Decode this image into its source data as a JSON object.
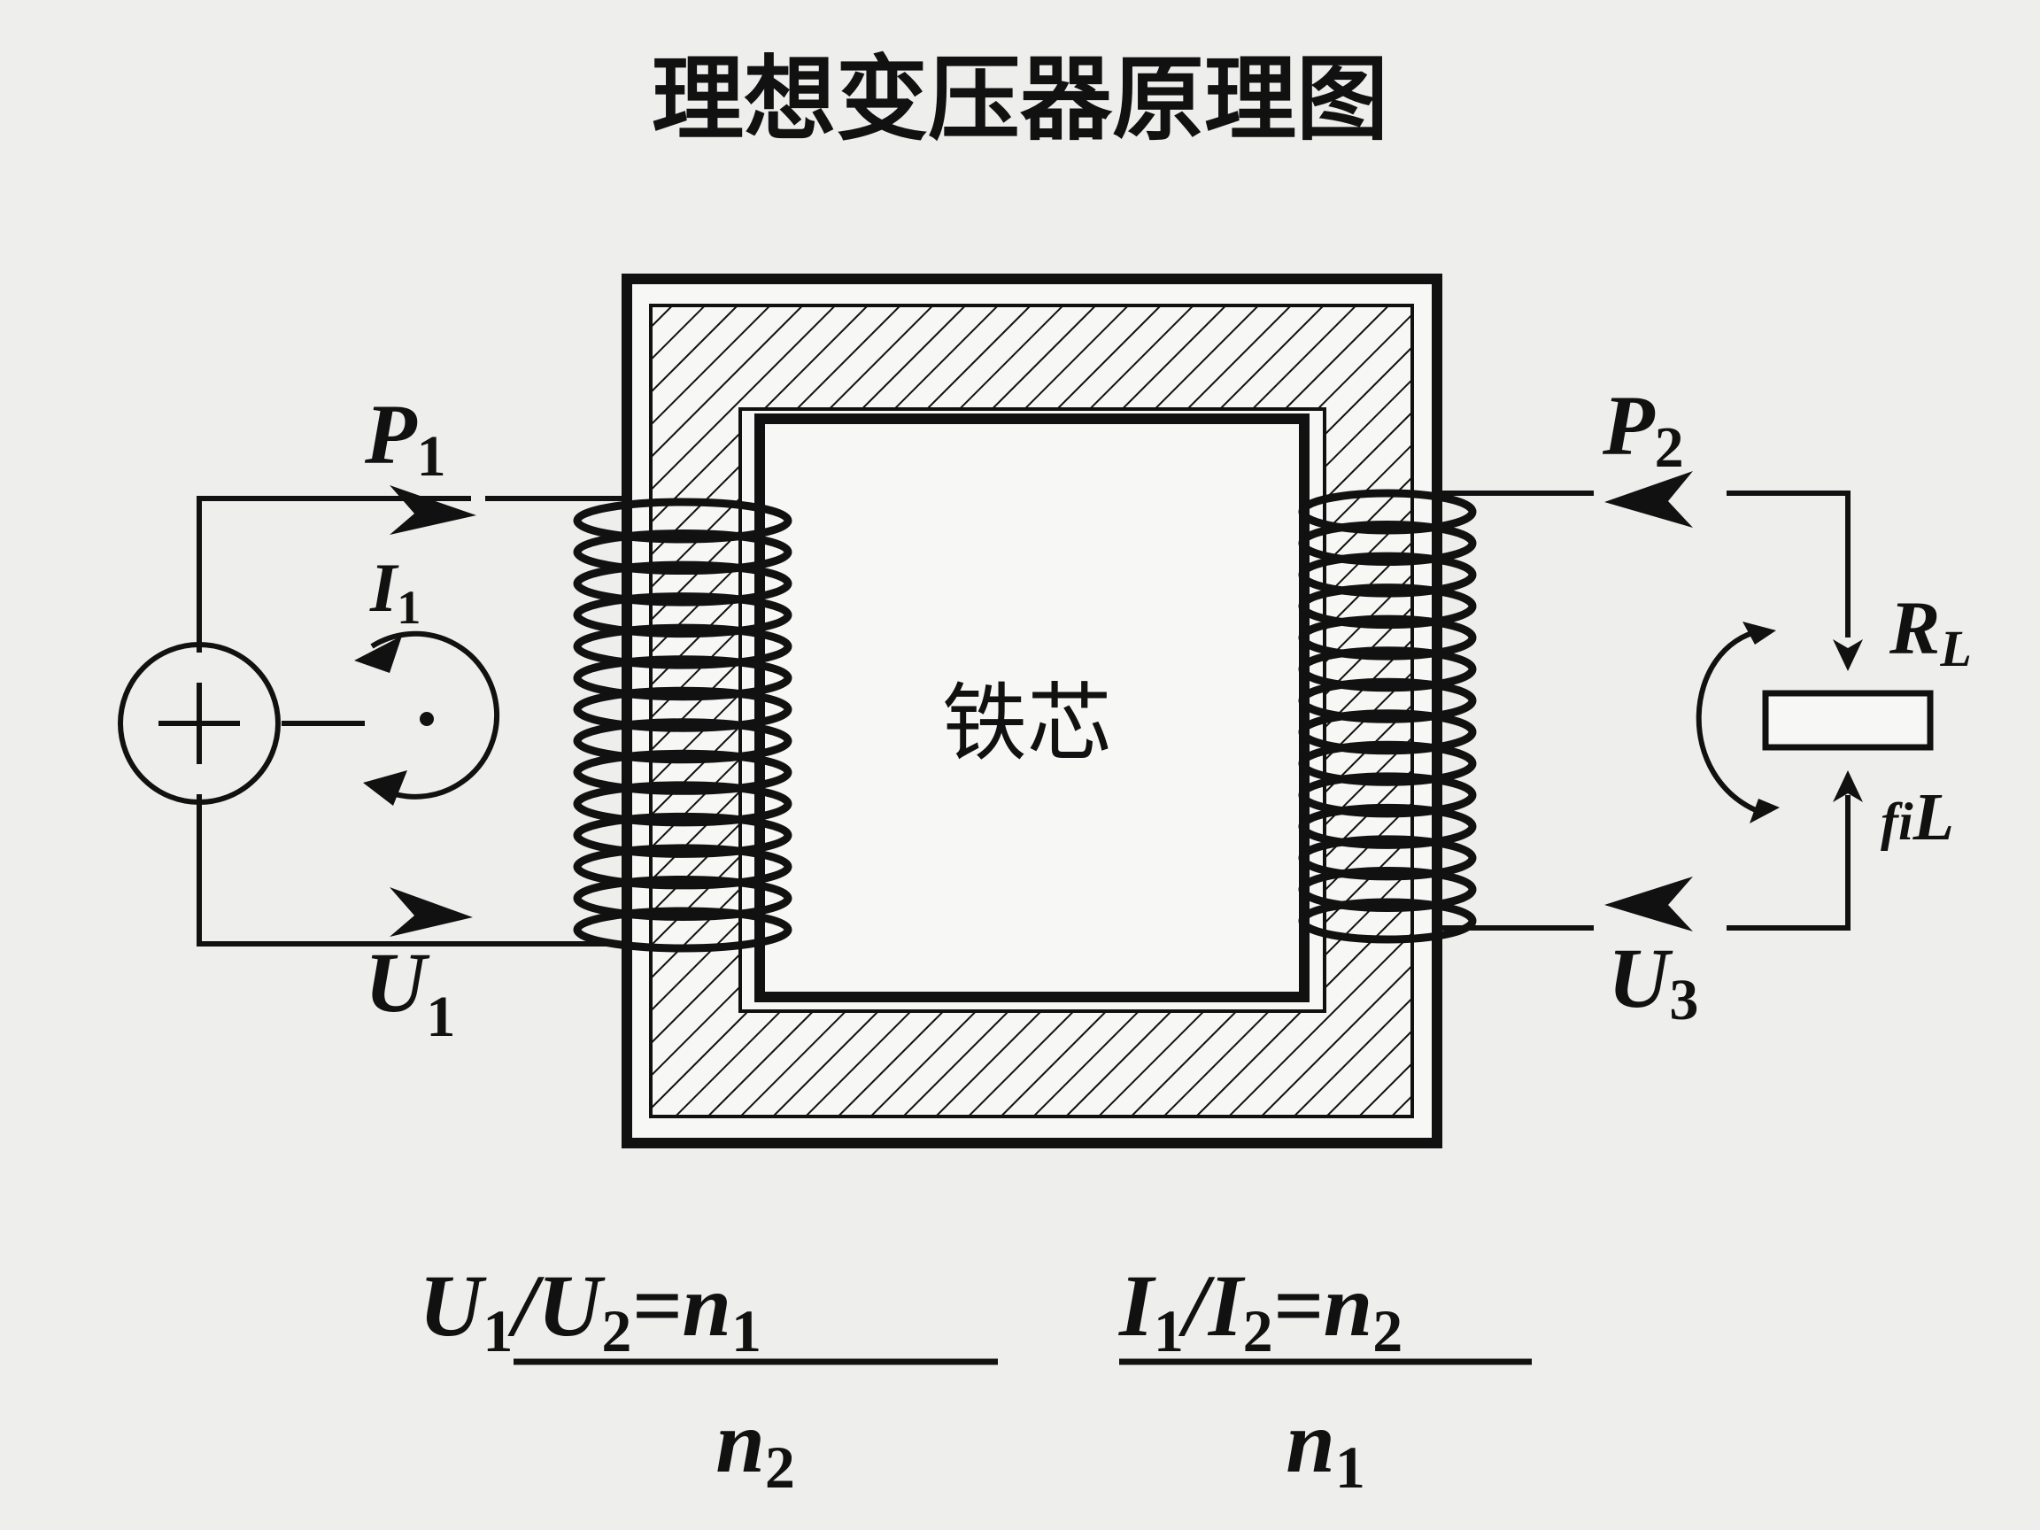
{
  "title": "理想变压器原理图",
  "core_label": "铁芯",
  "labels": {
    "p1": {
      "main": "P",
      "sub": "1"
    },
    "i1": {
      "main": "I",
      "sub": "1"
    },
    "u1": {
      "main": "U",
      "sub": "1"
    },
    "p2": {
      "main": "P",
      "sub": "2"
    },
    "u3": {
      "main": "U",
      "sub": "3"
    },
    "rl": {
      "main": "R",
      "sub": "L"
    },
    "il": {
      "main": "fi",
      "sub": "L"
    }
  },
  "formula_left": {
    "numerator": {
      "a": "U",
      "a_sub": "1",
      "b": "U",
      "b_sub": "2",
      "c": "n",
      "c_sub": "1"
    },
    "denominator": {
      "n": "n",
      "sub": "2"
    }
  },
  "formula_right": {
    "numerator": {
      "a": "I",
      "a_sub": "1",
      "b": "I",
      "b_sub": "2",
      "c": "n",
      "c_sub": "2"
    },
    "denominator": {
      "n": "n",
      "sub": "1"
    }
  },
  "colors": {
    "ink": "#111111",
    "paper": "#eeeeec",
    "core_fill": "#f7f7f5"
  },
  "icons": {
    "source": "ac-source-plus-icon",
    "dot": "polarity-dot-icon",
    "resistor": "variable-resistor-icon"
  }
}
